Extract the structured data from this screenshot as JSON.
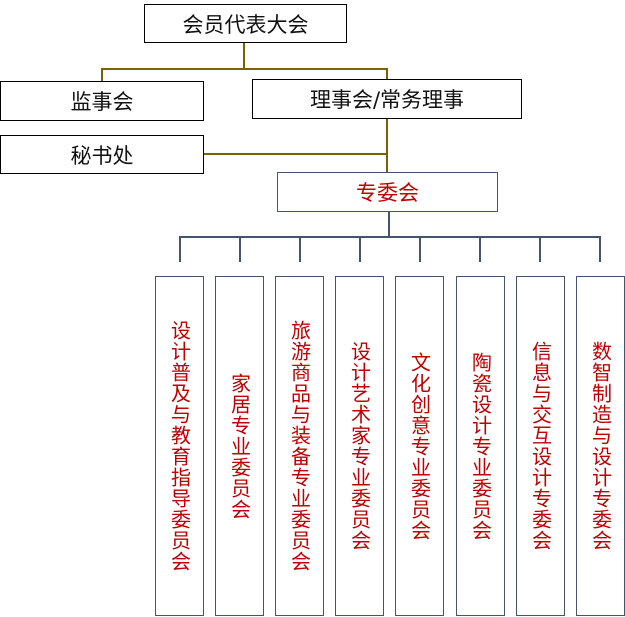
{
  "nodes": {
    "assembly": "会员代表大会",
    "supervisors": "监事会",
    "council": "理事会/常务理事",
    "secretariat": "秘书处",
    "committees": "专委会"
  },
  "committees": [
    "设计普及与教育指导委员会",
    "家居专业委员会",
    "旅游商品与装备专业委员会",
    "设计艺术家专业委员会",
    "文化创意专业委员会",
    "陶瓷设计专业委员会",
    "信息与交互设计专委会",
    "数智制造与设计专委会"
  ],
  "colors": {
    "upper_connector": "#7f6000",
    "lower_connector": "#44546a",
    "committee_text": "#c00000"
  }
}
